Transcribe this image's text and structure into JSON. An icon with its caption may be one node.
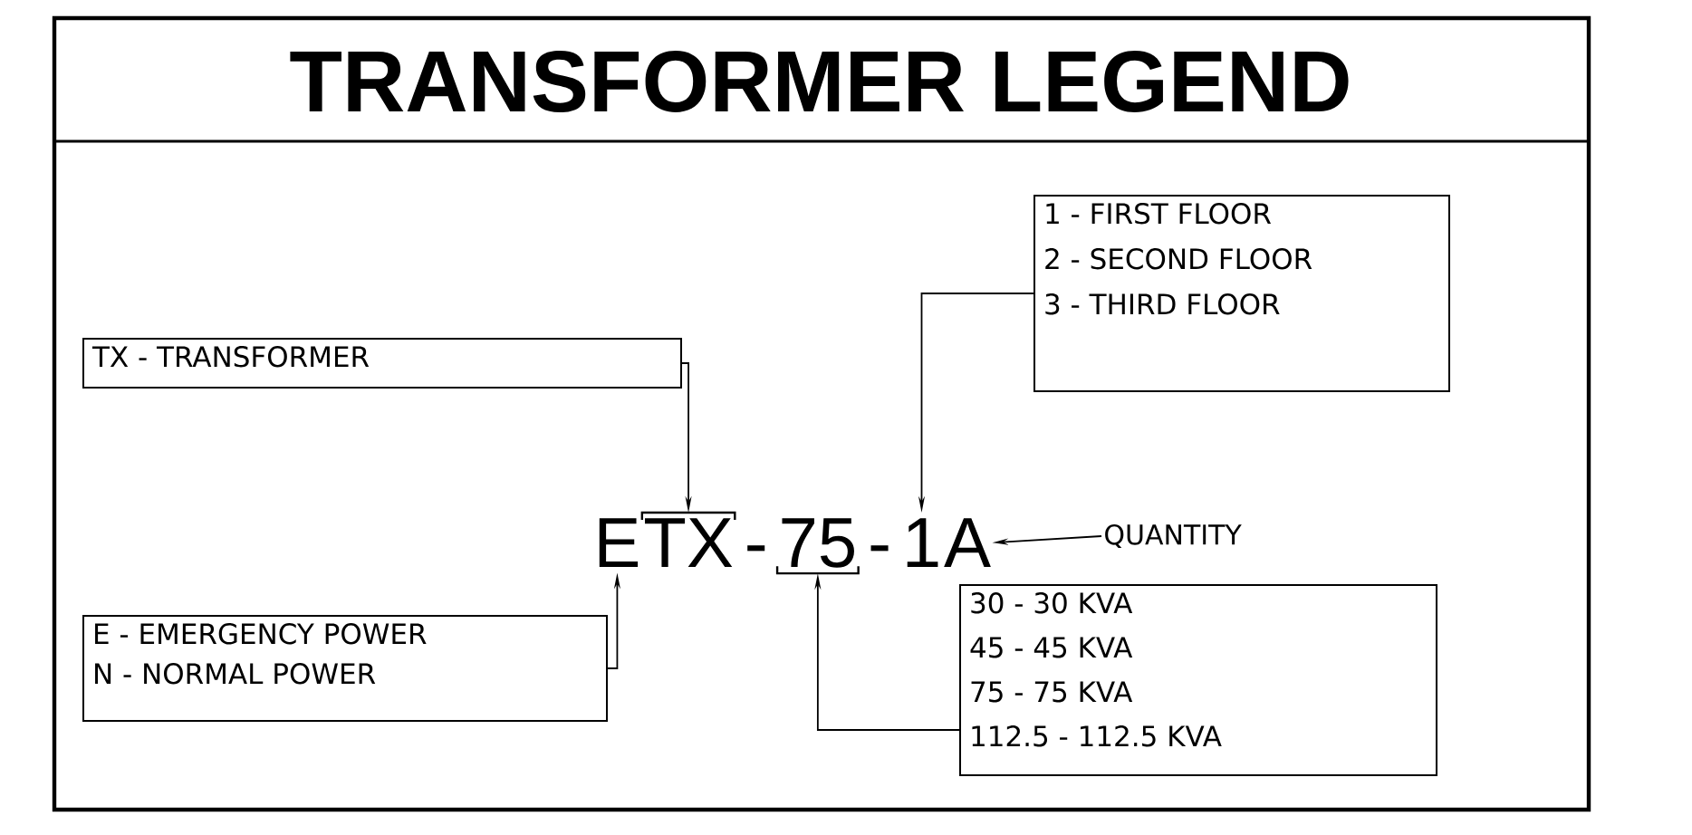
{
  "diagram": {
    "title": "TRANSFORMER LEGEND",
    "nodes": [
      {
        "text": [
          "TX - TRANSFORMER"
        ]
      },
      {
        "text": [
          "E - EMERGENCY POWER",
          "N - NORMAL POWER"
        ]
      },
      {
        "text": [
          "1 - FIRST FLOOR",
          "2 - SECOND FLOOR",
          "3 - THIRD FLOOR"
        ]
      },
      {
        "text": [
          "30 - 30 KVA",
          "45 - 45 KVA",
          "75 - 75 KVA",
          "112.5 - 112.5 KVA"
        ]
      },
      {
        "text": [
          "E"
        ]
      },
      {
        "text": [
          "TX"
        ]
      },
      {
        "text": [
          "75"
        ]
      },
      {
        "text": [
          "1"
        ]
      },
      {
        "text": [
          "A"
        ]
      },
      {
        "text": [
          "QUANTITY"
        ]
      }
    ],
    "edges": [
      {
        "from": 0,
        "to": 5,
        "arrow": "to"
      },
      {
        "from": 1,
        "to": 4,
        "arrow": "to"
      },
      {
        "from": 2,
        "to": 7,
        "arrow": "to"
      },
      {
        "from": 3,
        "to": 6,
        "arrow": "to"
      },
      {
        "from": 9,
        "to": 8,
        "arrow": "to"
      }
    ],
    "labels": [
      "-",
      "-"
    ]
  }
}
